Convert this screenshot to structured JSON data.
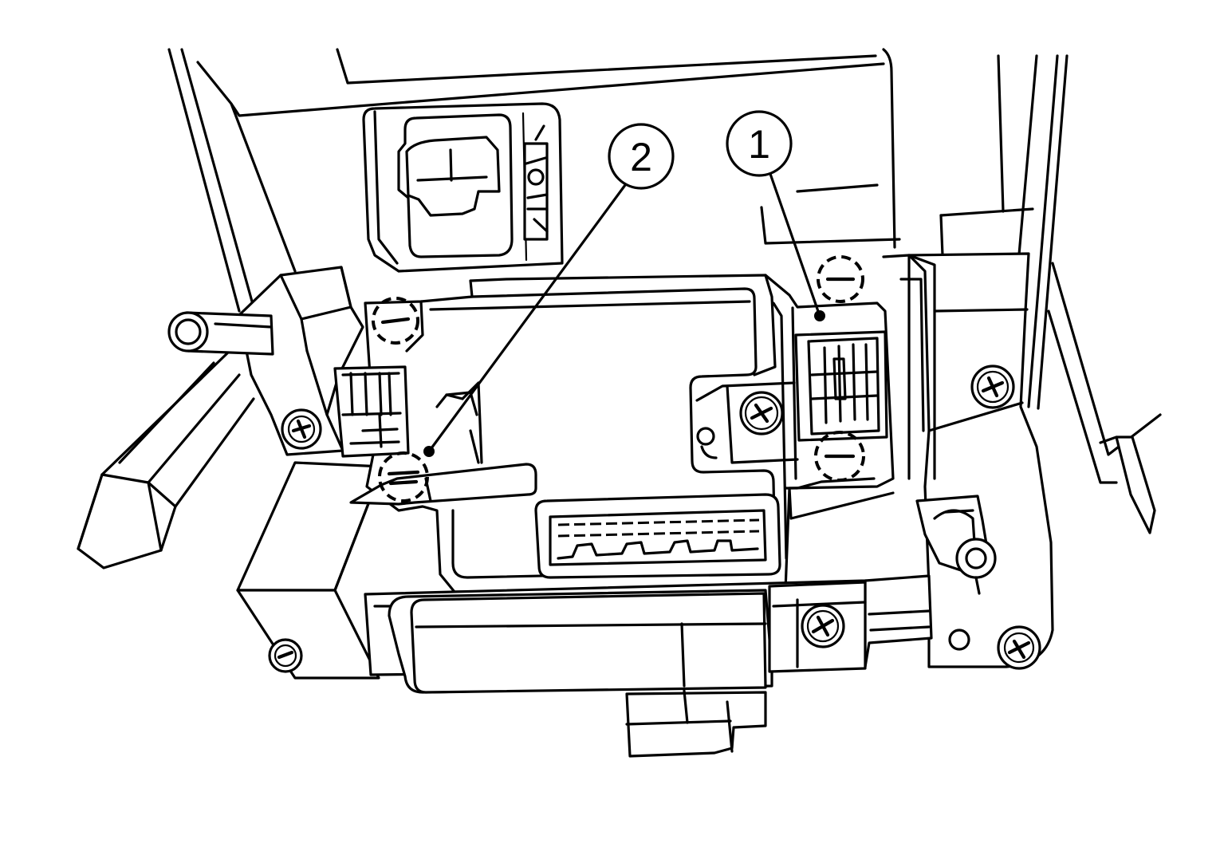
{
  "callouts": [
    {
      "id": "1",
      "label": "1"
    },
    {
      "id": "2",
      "label": "2"
    }
  ],
  "icons": {
    "screw": "phillips-screw-icon",
    "clip": "retaining-clip-icon"
  }
}
